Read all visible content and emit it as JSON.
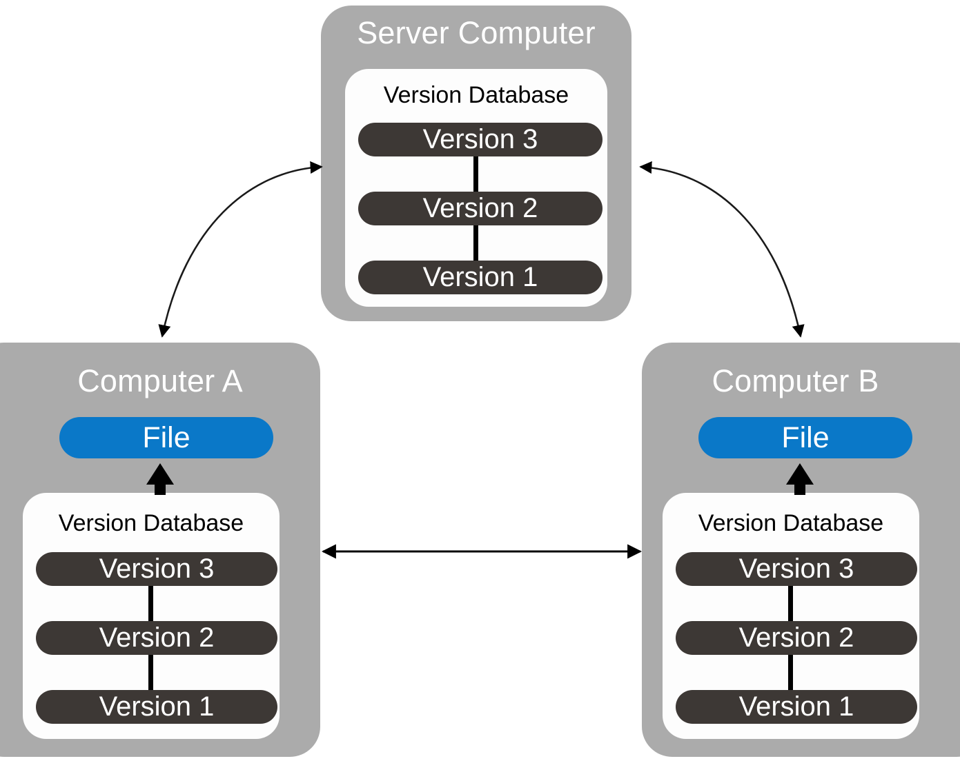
{
  "diagram": {
    "title_semantic": "distributed-version-control-diagram",
    "colors": {
      "computer_box": "#ABABAB",
      "panel": "#FDFDFD",
      "version_pill": "#3D3835",
      "file_pill": "#0A78C8",
      "arrow": "#000000",
      "title_text": "#FFFFFF",
      "panel_title_text": "#000000",
      "background": "#FFFFFF"
    }
  },
  "server": {
    "title": "Server Computer",
    "database": {
      "title": "Version Database",
      "versions": [
        "Version 3",
        "Version 2",
        "Version 1"
      ]
    }
  },
  "computer_a": {
    "title": "Computer A",
    "file": "File",
    "database": {
      "title": "Version Database",
      "versions": [
        "Version 3",
        "Version 2",
        "Version 1"
      ]
    }
  },
  "computer_b": {
    "title": "Computer B",
    "file": "File",
    "database": {
      "title": "Version Database",
      "versions": [
        "Version 3",
        "Version 2",
        "Version 1"
      ]
    }
  },
  "connections": [
    {
      "name": "server-to-computer-a",
      "style": "curved-double-arrow",
      "label": ""
    },
    {
      "name": "server-to-computer-b",
      "style": "curved-double-arrow",
      "label": ""
    },
    {
      "name": "computer-a-to-computer-b",
      "style": "straight-double-arrow",
      "label": ""
    },
    {
      "name": "database-a-to-file-a",
      "style": "thick-up-arrow",
      "label": ""
    },
    {
      "name": "database-b-to-file-b",
      "style": "thick-up-arrow",
      "label": ""
    }
  ]
}
